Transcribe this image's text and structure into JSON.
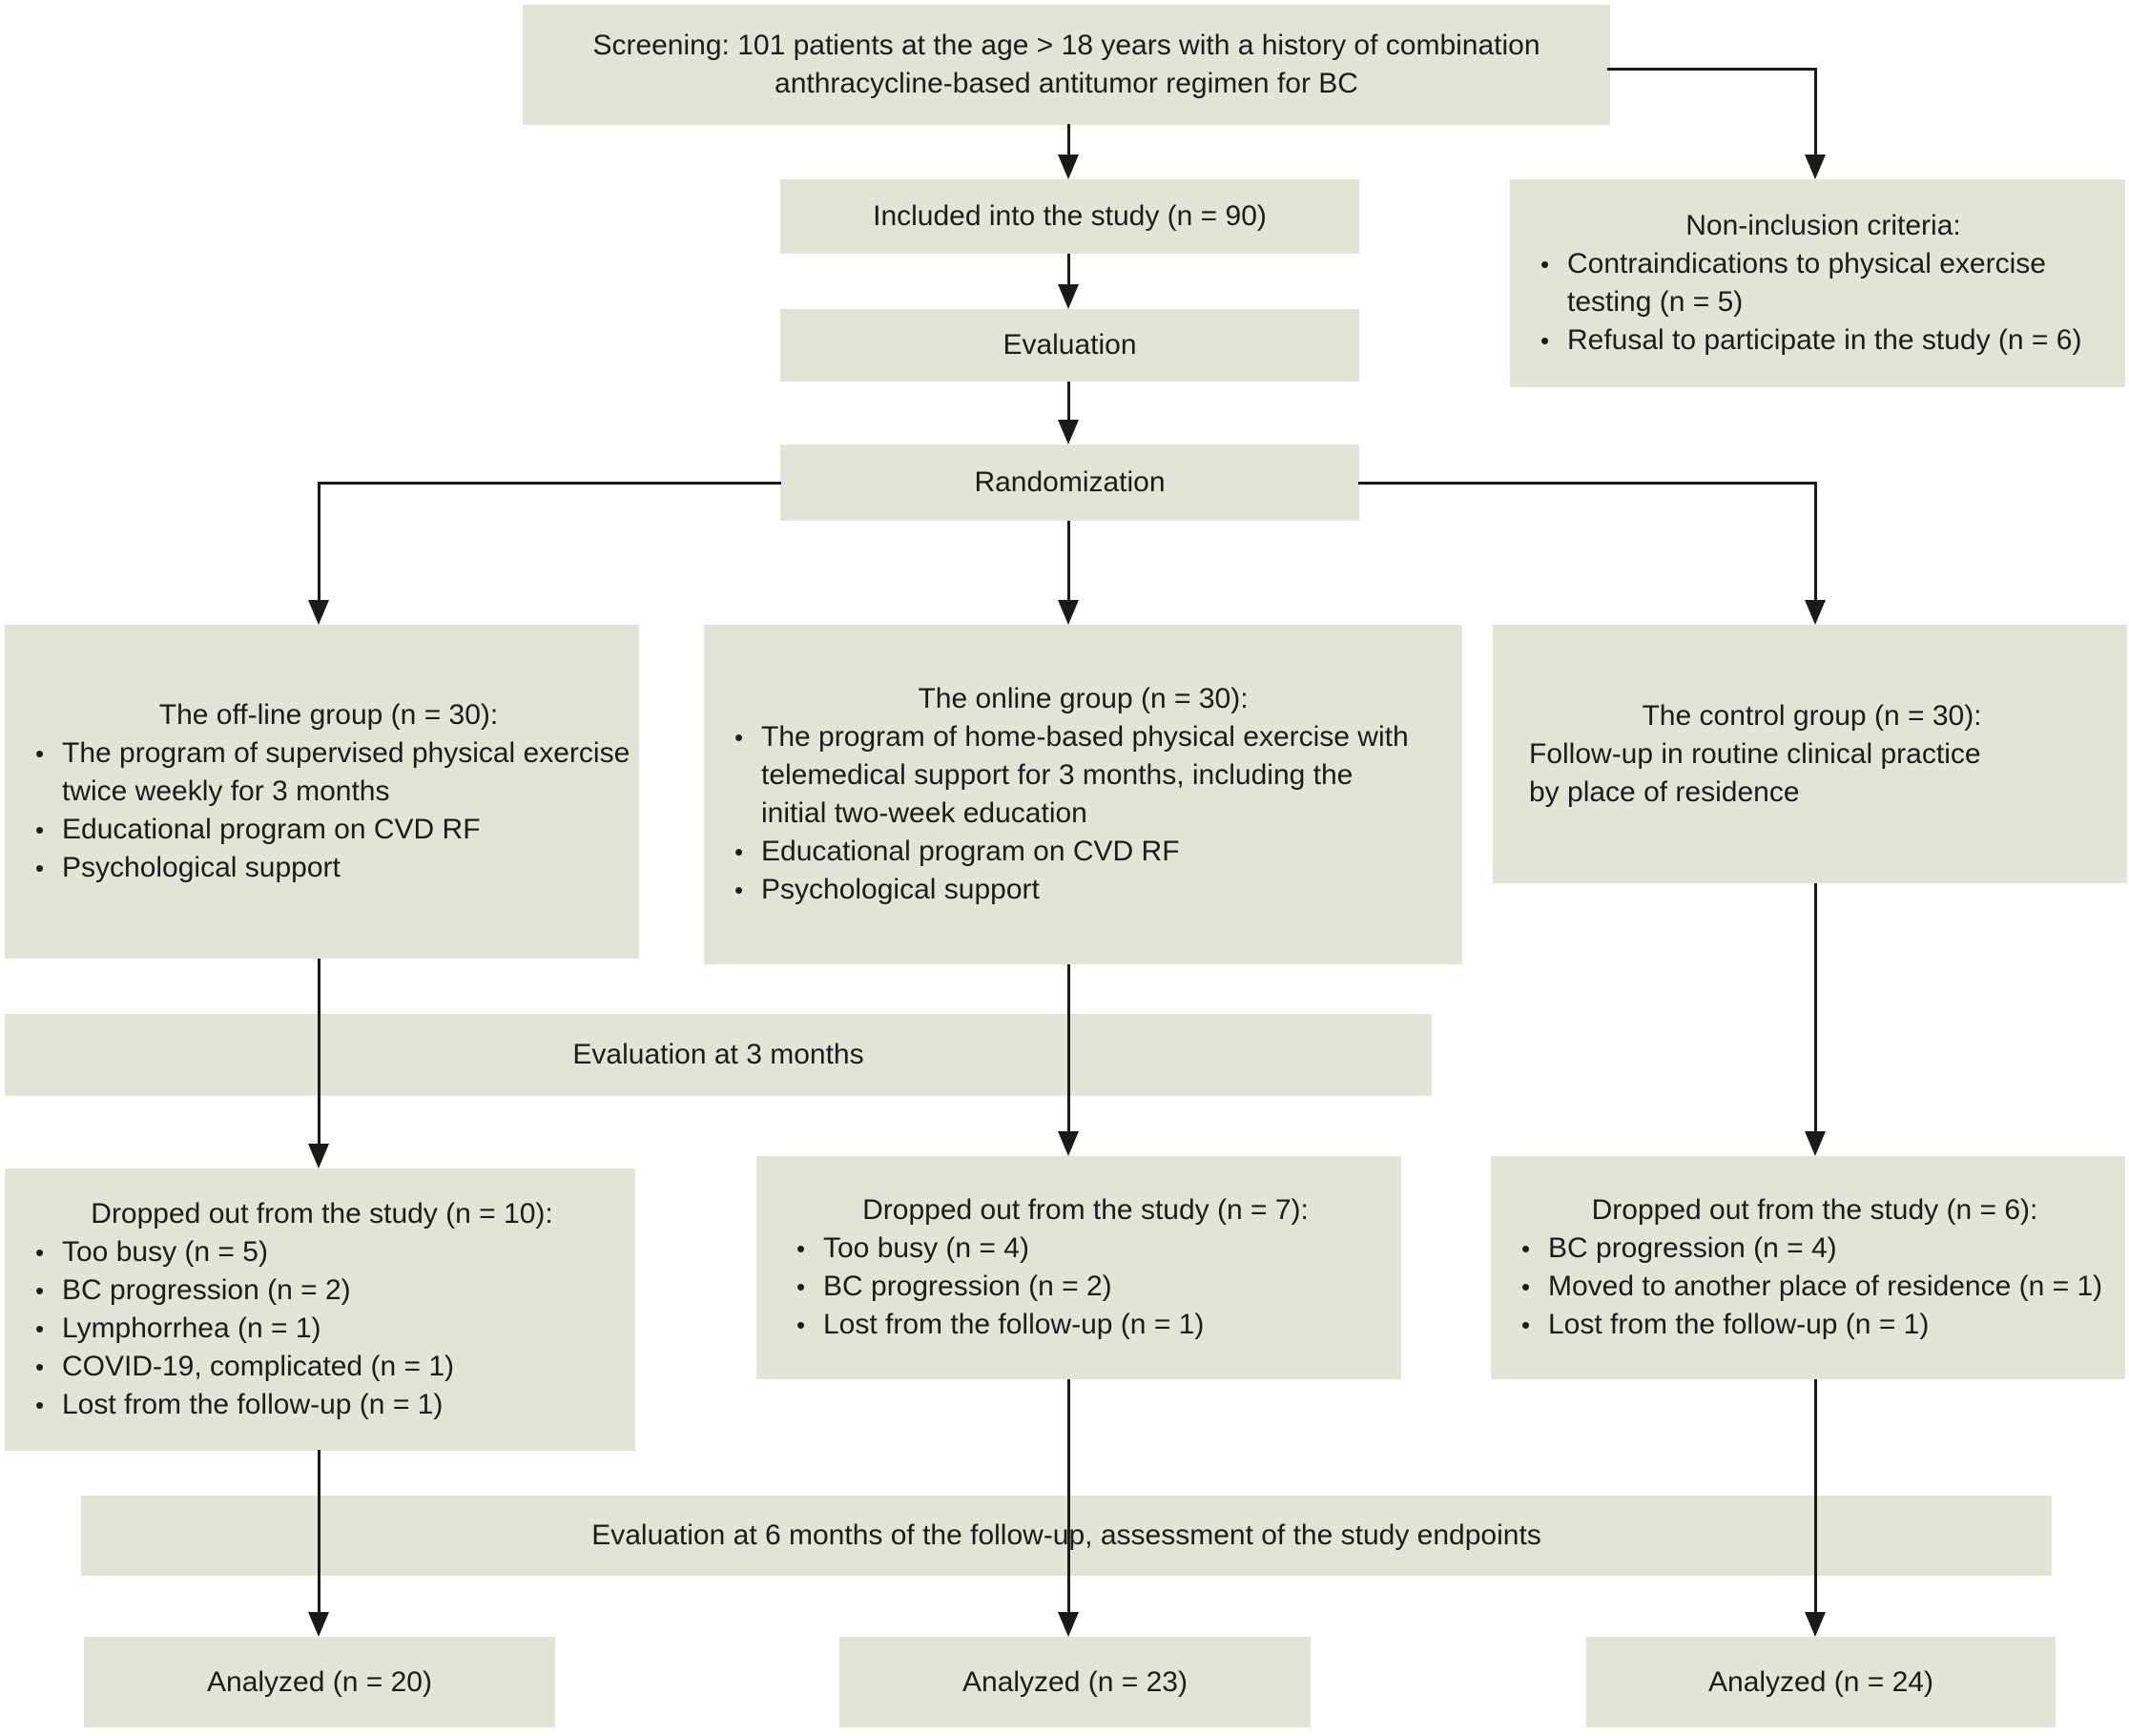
{
  "figure": {
    "type": "study-flow-diagram",
    "background_color": "#ffffff",
    "box_fill_color": "#e2e5d6",
    "line_color": "#1a1a1a",
    "text_color": "#1b1b1b"
  },
  "nodes": {
    "screening": "Screening: 101 patients at the age > 18 years with a history of combination\nanthracycline-based antitumor regimen for BC",
    "included": "Included into the study (n = 90)",
    "non_inclusion": {
      "title": "Non-inclusion criteria:",
      "items": [
        "Contraindications to physical exercise\ntesting (n = 5)",
        "Refusal to participate in the study (n = 6)"
      ]
    },
    "evaluation": "Evaluation",
    "randomization": "Randomization",
    "offline_group": {
      "title": "The off-line group (n = 30):",
      "items": [
        "The program of supervised physical exercise\ntwice weekly for 3 months",
        "Educational program on CVD RF",
        "Psychological support"
      ]
    },
    "online_group": {
      "title": "The online group (n = 30):",
      "items": [
        "The program of home-based physical exercise with\ntelemedical support for 3 months, including the\ninitial two-week education",
        "Educational program on CVD RF",
        "Psychological support"
      ]
    },
    "control_group": {
      "title": "The control group (n = 30):",
      "body": "Follow-up in routine clinical practice\nby place of residence"
    },
    "evaluation_3m": "Evaluation at 3 months",
    "dropout_offline": {
      "title": "Dropped out from the study (n = 10):",
      "items": [
        "Too busy (n = 5)",
        "BC progression (n = 2)",
        "Lymphorrhea (n = 1)",
        "COVID-19, complicated (n = 1)",
        "Lost from the follow-up (n = 1)"
      ]
    },
    "dropout_online": {
      "title": "Dropped out from the study (n = 7):",
      "items": [
        "Too busy (n = 4)",
        "BC progression (n = 2)",
        "Lost from the follow-up (n = 1)"
      ]
    },
    "dropout_control": {
      "title": "Dropped out from the study (n = 6):",
      "items": [
        "BC progression (n = 4)",
        "Moved to another place of residence (n = 1)",
        "Lost from the follow-up (n = 1)"
      ]
    },
    "evaluation_6m": "Evaluation at 6 months of the follow-up, assessment of the study endpoints",
    "analyzed_offline": "Analyzed (n = 20)",
    "analyzed_online": "Analyzed (n = 23)",
    "analyzed_control": "Analyzed (n = 24)"
  }
}
